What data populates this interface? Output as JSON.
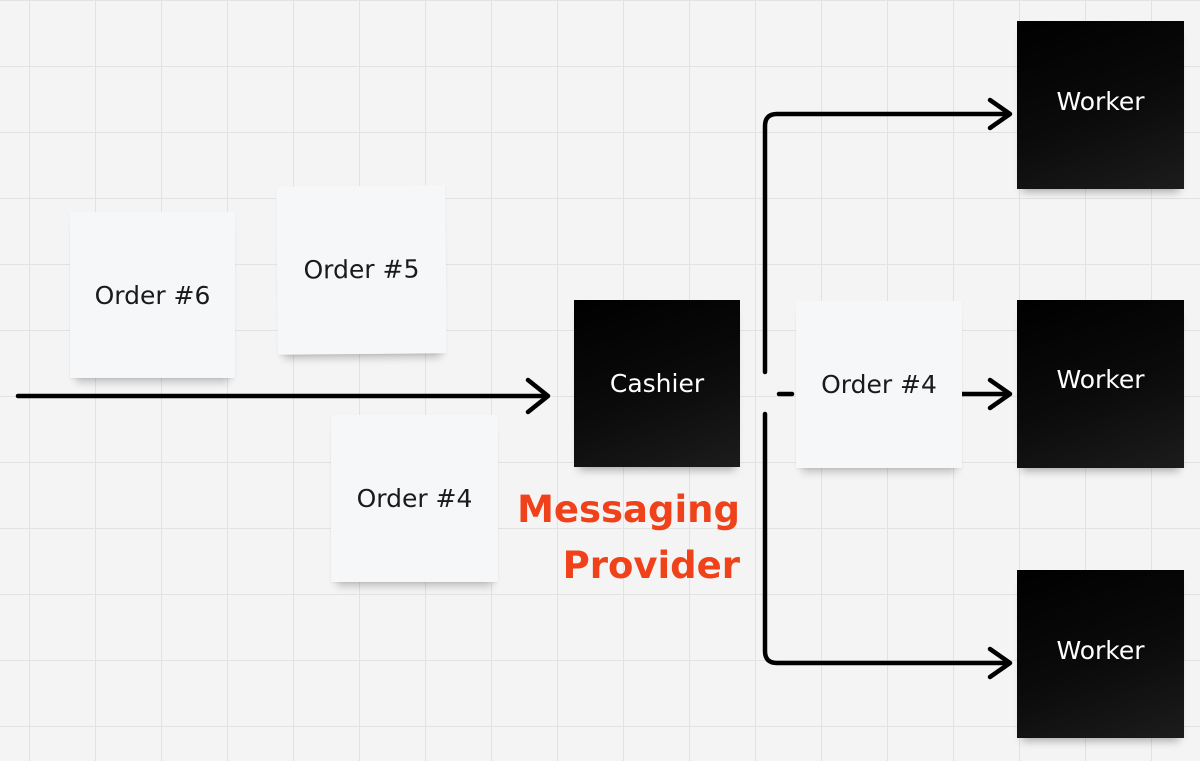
{
  "notes": {
    "order6": "Order #6",
    "order5": "Order #5",
    "order4_queue": "Order #4",
    "cashier": "Cashier",
    "order4_dispatch": "Order #4",
    "worker_top": "Worker",
    "worker_middle": "Worker",
    "worker_bottom": "Worker"
  },
  "label": {
    "line1": "Messaging",
    "line2": "Provider",
    "color": "#f0421a"
  }
}
